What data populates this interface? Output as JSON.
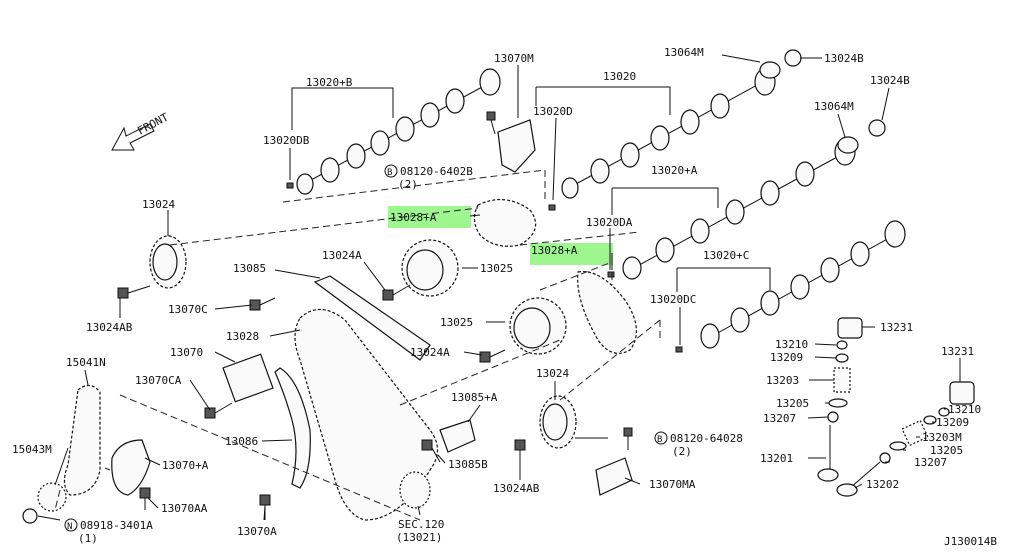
{
  "diagram": {
    "front_label": "FRONT",
    "footer_code": "J130014B",
    "highlight_color": "#8cf57a",
    "parts": {
      "p13020_plus_b": "13020+B",
      "p13070m": "13070M",
      "p13020": "13020",
      "p13064m_top": "13064M",
      "p13024b_top": "13024B",
      "p13024b_right": "13024B",
      "p13064m_mid": "13064M",
      "p13020db": "13020DB",
      "p13020d": "13020D",
      "p08120_6402b": "08120-6402B",
      "p08120_6402b_qty": "(2)",
      "p13020_plus_a": "13020+A",
      "p13024": "13024",
      "p13028_plus_a_1": "13028+A",
      "p13020da": "13020DA",
      "p13028_plus_a_2": "13028+A",
      "p13020_plus_c": "13020+C",
      "p13024a_top": "13024A",
      "p13025_top": "13025",
      "p13085": "13085",
      "p13070c": "13070C",
      "p13024ab_left": "13024AB",
      "p13020dc": "13020DC",
      "p13231_top": "13231",
      "p13025_mid": "13025",
      "p13028": "13028",
      "p13210_left": "13210",
      "p13209_left": "13209",
      "p13231_right": "13231",
      "p15041n": "15041N",
      "p13070": "13070",
      "p13024a_mid": "13024A",
      "p13024_mid": "13024",
      "p13203": "13203",
      "p13070ca": "13070CA",
      "p13085_plus_a": "13085+A",
      "p13205_left": "13205",
      "p13210_right": "13210",
      "p13207_left": "13207",
      "p13209_right": "13209",
      "p13086": "13086",
      "p08120_64028": "08120-64028",
      "p08120_64028_qty": "(2)",
      "p13203m": "13203M",
      "p15043m": "15043M",
      "p13070_plus_a": "13070+A",
      "p13085b": "13085B",
      "p13201": "13201",
      "p13205_right": "13205",
      "p13207_right": "13207",
      "p13070ma": "13070MA",
      "p13024ab_mid": "13024AB",
      "p13202": "13202",
      "p13070aa": "13070AA",
      "p08918_3401a": "08918-3401A",
      "p08918_3401a_qty": "(1)",
      "p13070a": "13070A",
      "sec120": "SEC.120",
      "sec120_sub": "(13021)",
      "bolt_letter_b": "B",
      "nut_letter_n": "N"
    }
  }
}
